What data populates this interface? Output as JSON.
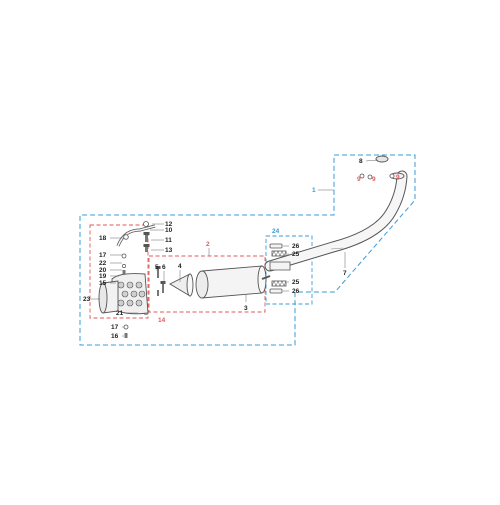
{
  "colors": {
    "background": "#ffffff",
    "line": "#555555",
    "part_fill": "#f4f4f4",
    "blue_group": "#3a9bd5",
    "red_group": "#e05a5a",
    "label_black": "#222222"
  },
  "callouts": {
    "c1": "1",
    "c2": "2",
    "c3": "3",
    "c4": "4",
    "c5": "5",
    "c6": "6",
    "c7": "7",
    "c8": "8",
    "c9a": "9",
    "c9b": "9",
    "c9c": "9",
    "c10": "10",
    "c11": "11",
    "c12": "12",
    "c13": "13",
    "c14": "14",
    "c15": "15",
    "c16": "16",
    "c17a": "17",
    "c17b": "17",
    "c18": "18",
    "c19": "19",
    "c20": "20",
    "c21": "21",
    "c22": "22",
    "c23": "23",
    "c24": "24",
    "c25a": "25",
    "c25b": "25",
    "c26a": "26",
    "c26b": "26"
  }
}
